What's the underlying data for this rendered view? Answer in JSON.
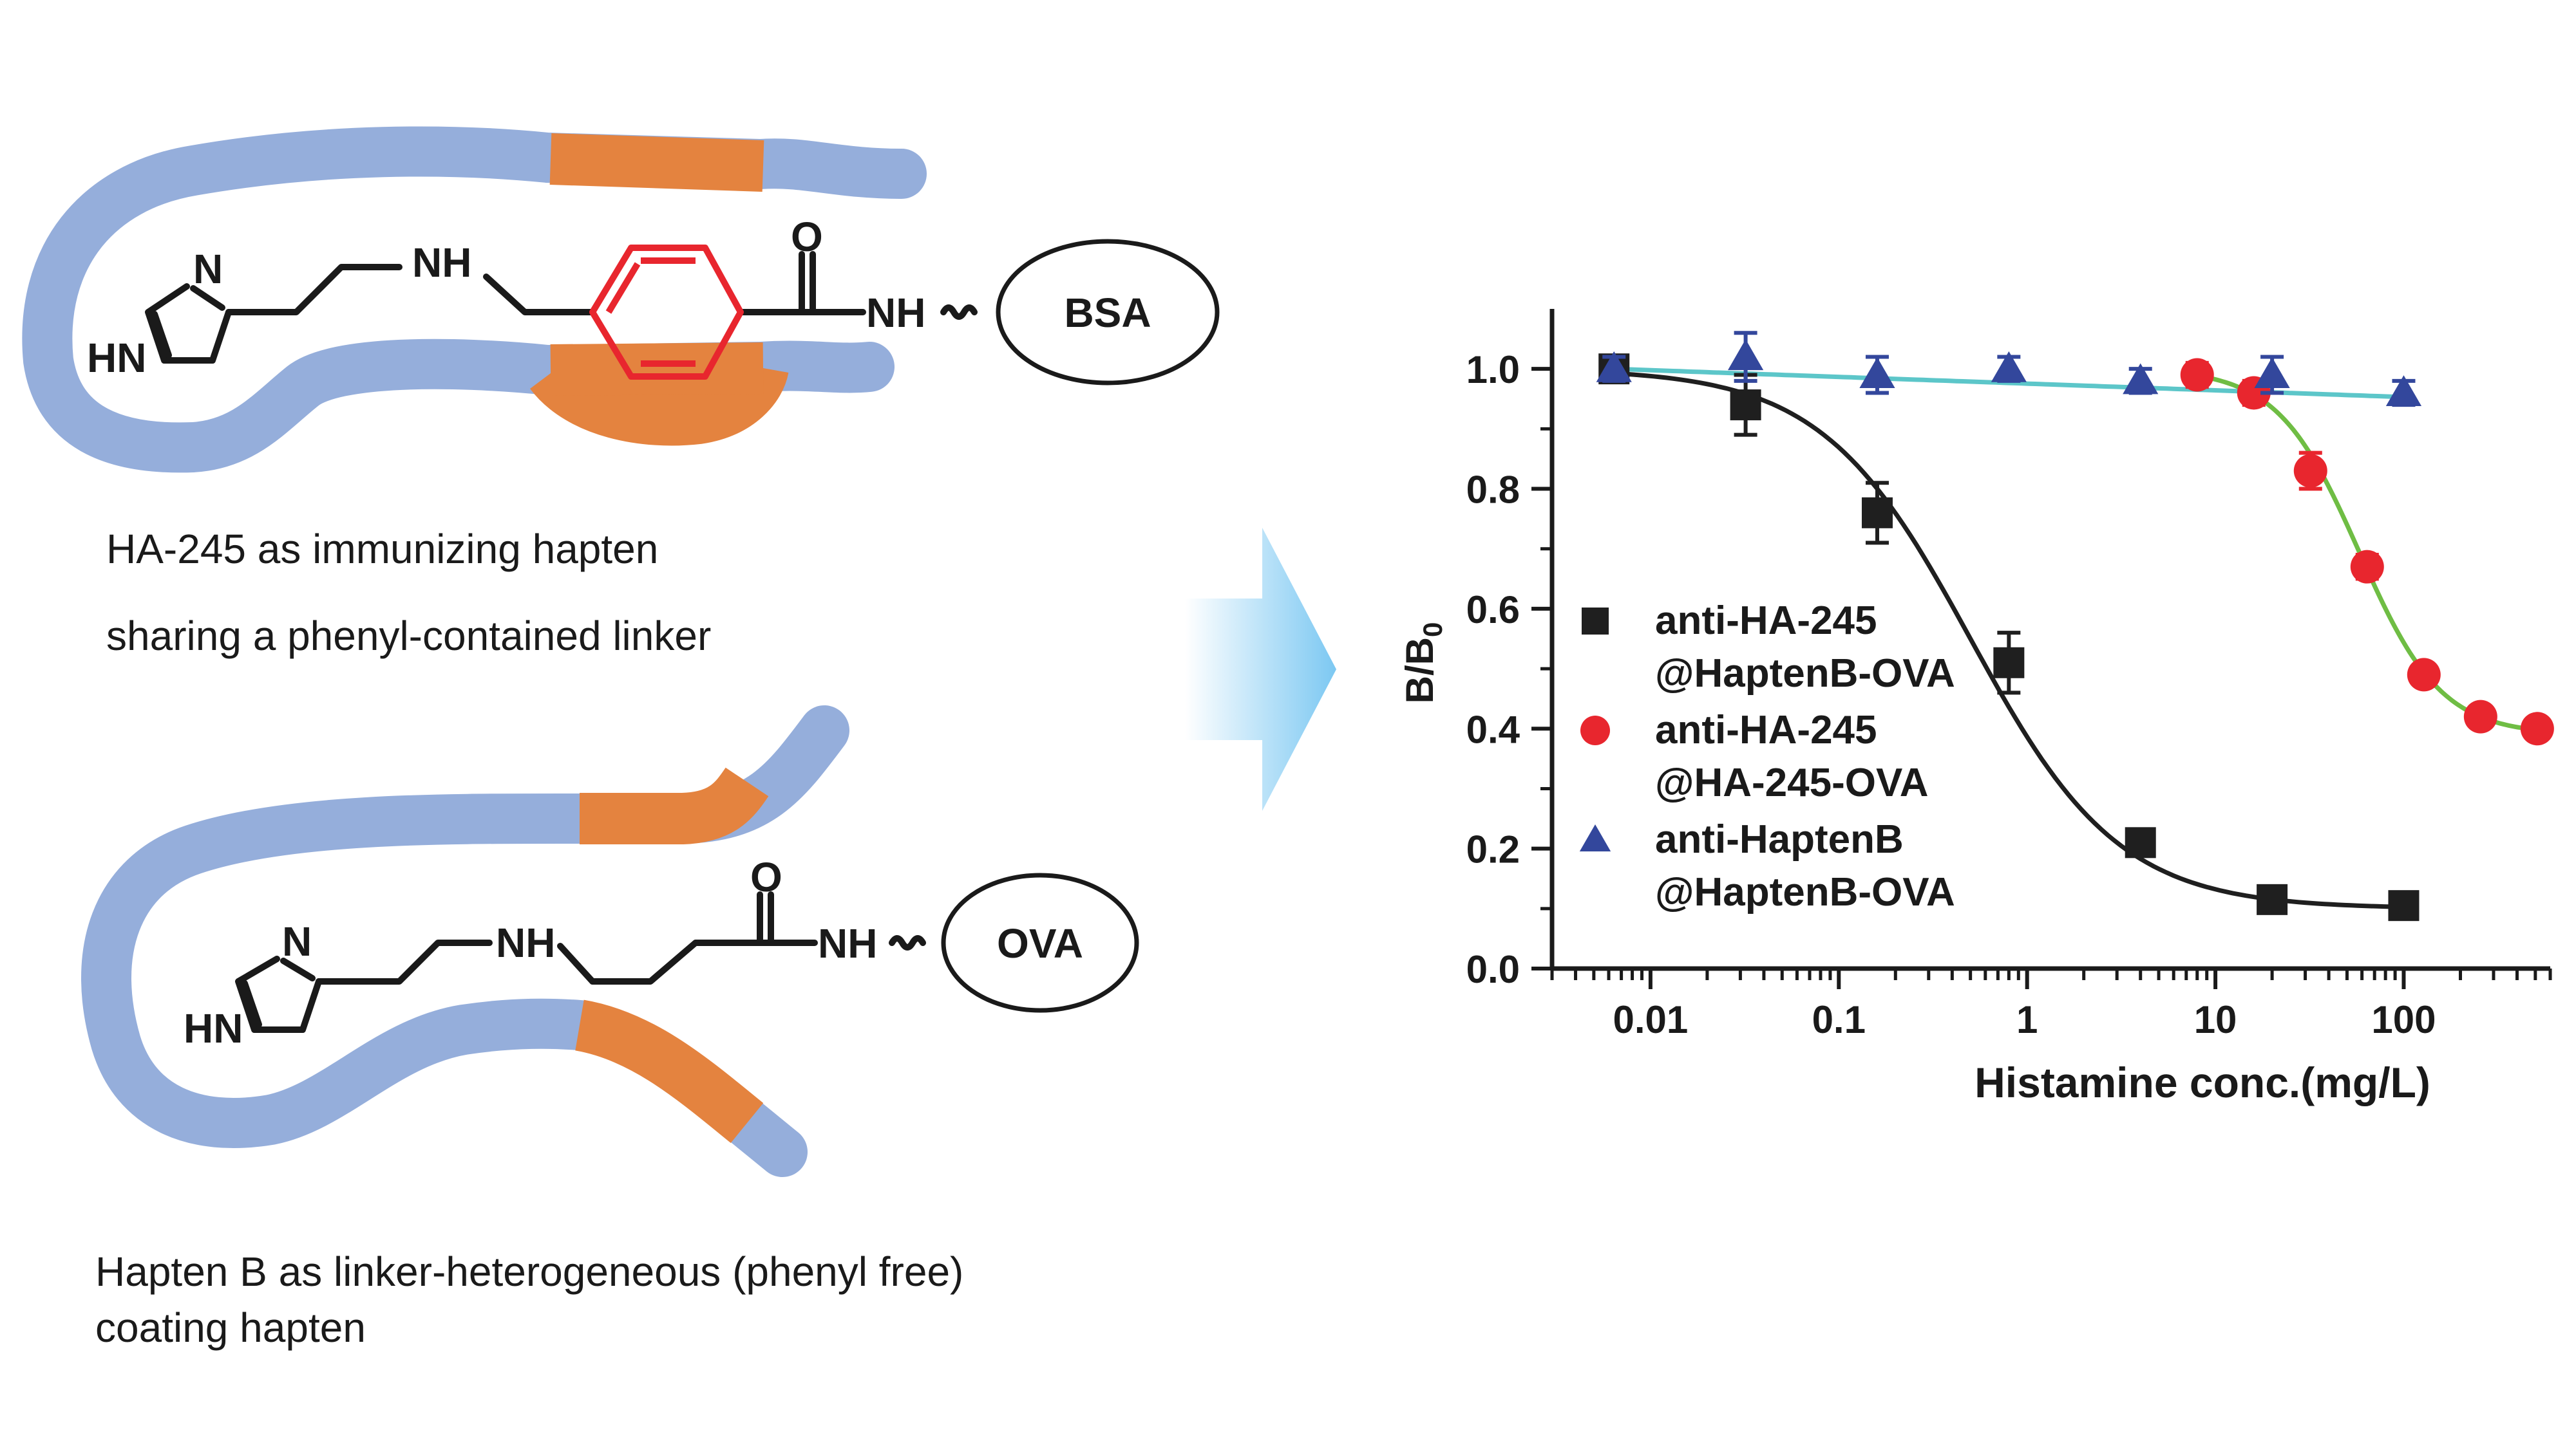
{
  "left_panel": {
    "top_caption_line1": "HA-245  as immunizing hapten",
    "top_caption_line2": "sharing a phenyl-contained linker",
    "bottom_caption_line1": "Hapten B as linker-heterogeneous (phenyl free)",
    "bottom_caption_line2": " coating hapten",
    "top_molecule": {
      "n1": "N",
      "hn": "HN",
      "nh": "NH",
      "o": "O",
      "amide_nh": "NH",
      "carrier": "BSA"
    },
    "bottom_molecule": {
      "n1": "N",
      "hn": "HN",
      "nh": "NH",
      "o": "O",
      "amide_nh": "NH",
      "carrier": "OVA"
    },
    "colors": {
      "antibody_blue": "#95aedb",
      "antibody_orange": "#e4833f",
      "phenyl_red": "#e8262e"
    }
  },
  "chart_data": {
    "type": "scatter",
    "xscale": "log",
    "xlim": [
      0.003,
      600
    ],
    "ylim": [
      0,
      1.1
    ],
    "xlabel": "Histamine conc.(mg/L)",
    "ylabel": "B/B",
    "ylabel_sub": "0",
    "xticks": [
      {
        "value": 0.01,
        "label": "0.01"
      },
      {
        "value": 0.1,
        "label": "0.1"
      },
      {
        "value": 1,
        "label": "1"
      },
      {
        "value": 10,
        "label": "10"
      },
      {
        "value": 100,
        "label": "100"
      }
    ],
    "yticks": [
      {
        "value": 0.0,
        "label": "0.0"
      },
      {
        "value": 0.2,
        "label": "0.2"
      },
      {
        "value": 0.4,
        "label": "0.4"
      },
      {
        "value": 0.6,
        "label": "0.6"
      },
      {
        "value": 0.8,
        "label": "0.8"
      },
      {
        "value": 1.0,
        "label": "1.0"
      }
    ],
    "series": [
      {
        "name_line1": "anti-HA-245",
        "name_line2": "@HaptenB-OVA",
        "marker": "square",
        "color": "#1f1f1f",
        "curve_color": "#1f1f1f",
        "points": [
          {
            "x": 0.0064,
            "y": 1.0,
            "err": 0.02
          },
          {
            "x": 0.032,
            "y": 0.94,
            "err": 0.05
          },
          {
            "x": 0.16,
            "y": 0.76,
            "err": 0.05
          },
          {
            "x": 0.8,
            "y": 0.51,
            "err": 0.05
          },
          {
            "x": 4,
            "y": 0.21,
            "err": 0.01
          },
          {
            "x": 20,
            "y": 0.115,
            "err": 0.01
          },
          {
            "x": 100,
            "y": 0.105,
            "err": 0.005
          }
        ],
        "fit": {
          "top": 1.0,
          "bottom": 0.1,
          "ic50": 0.5,
          "hill": 1.1,
          "xmin": 0.0064,
          "xmax": 100
        }
      },
      {
        "name_line1": "anti-HA-245",
        "name_line2": "@HA-245-OVA",
        "marker": "circle",
        "color": "#e8262e",
        "curve_color": "#6fbd44",
        "points": [
          {
            "x": 8,
            "y": 0.99,
            "err": 0.02
          },
          {
            "x": 16,
            "y": 0.96,
            "err": 0.02
          },
          {
            "x": 32,
            "y": 0.83,
            "err": 0.03
          },
          {
            "x": 64,
            "y": 0.67,
            "err": 0.02
          },
          {
            "x": 128,
            "y": 0.49,
            "err": 0.01
          },
          {
            "x": 256,
            "y": 0.42,
            "err": 0.01
          },
          {
            "x": 512,
            "y": 0.4,
            "err": 0.005
          }
        ],
        "fit": {
          "top": 1.0,
          "bottom": 0.39,
          "ic50": 58,
          "hill": 2.0,
          "xmin": 8,
          "xmax": 512
        }
      },
      {
        "name_line1": "anti-HaptenB",
        "name_line2": "@HaptenB-OVA",
        "marker": "triangle",
        "color": "#33479c",
        "curve_color": "#5cc6c9",
        "points": [
          {
            "x": 0.0064,
            "y": 1.0,
            "err": 0.02
          },
          {
            "x": 0.032,
            "y": 1.02,
            "err": 0.04
          },
          {
            "x": 0.16,
            "y": 0.99,
            "err": 0.03
          },
          {
            "x": 0.8,
            "y": 1.0,
            "err": 0.02
          },
          {
            "x": 4,
            "y": 0.98,
            "err": 0.02
          },
          {
            "x": 20,
            "y": 0.99,
            "err": 0.03
          },
          {
            "x": 100,
            "y": 0.96,
            "err": 0.02
          }
        ],
        "fit": {
          "linear_log": true,
          "y0": 1.0,
          "y1": 0.953,
          "xmin": 0.0064,
          "xmax": 100
        }
      }
    ],
    "legend_position": "left-middle"
  },
  "arrow": {
    "color": "#8ccdf2"
  }
}
